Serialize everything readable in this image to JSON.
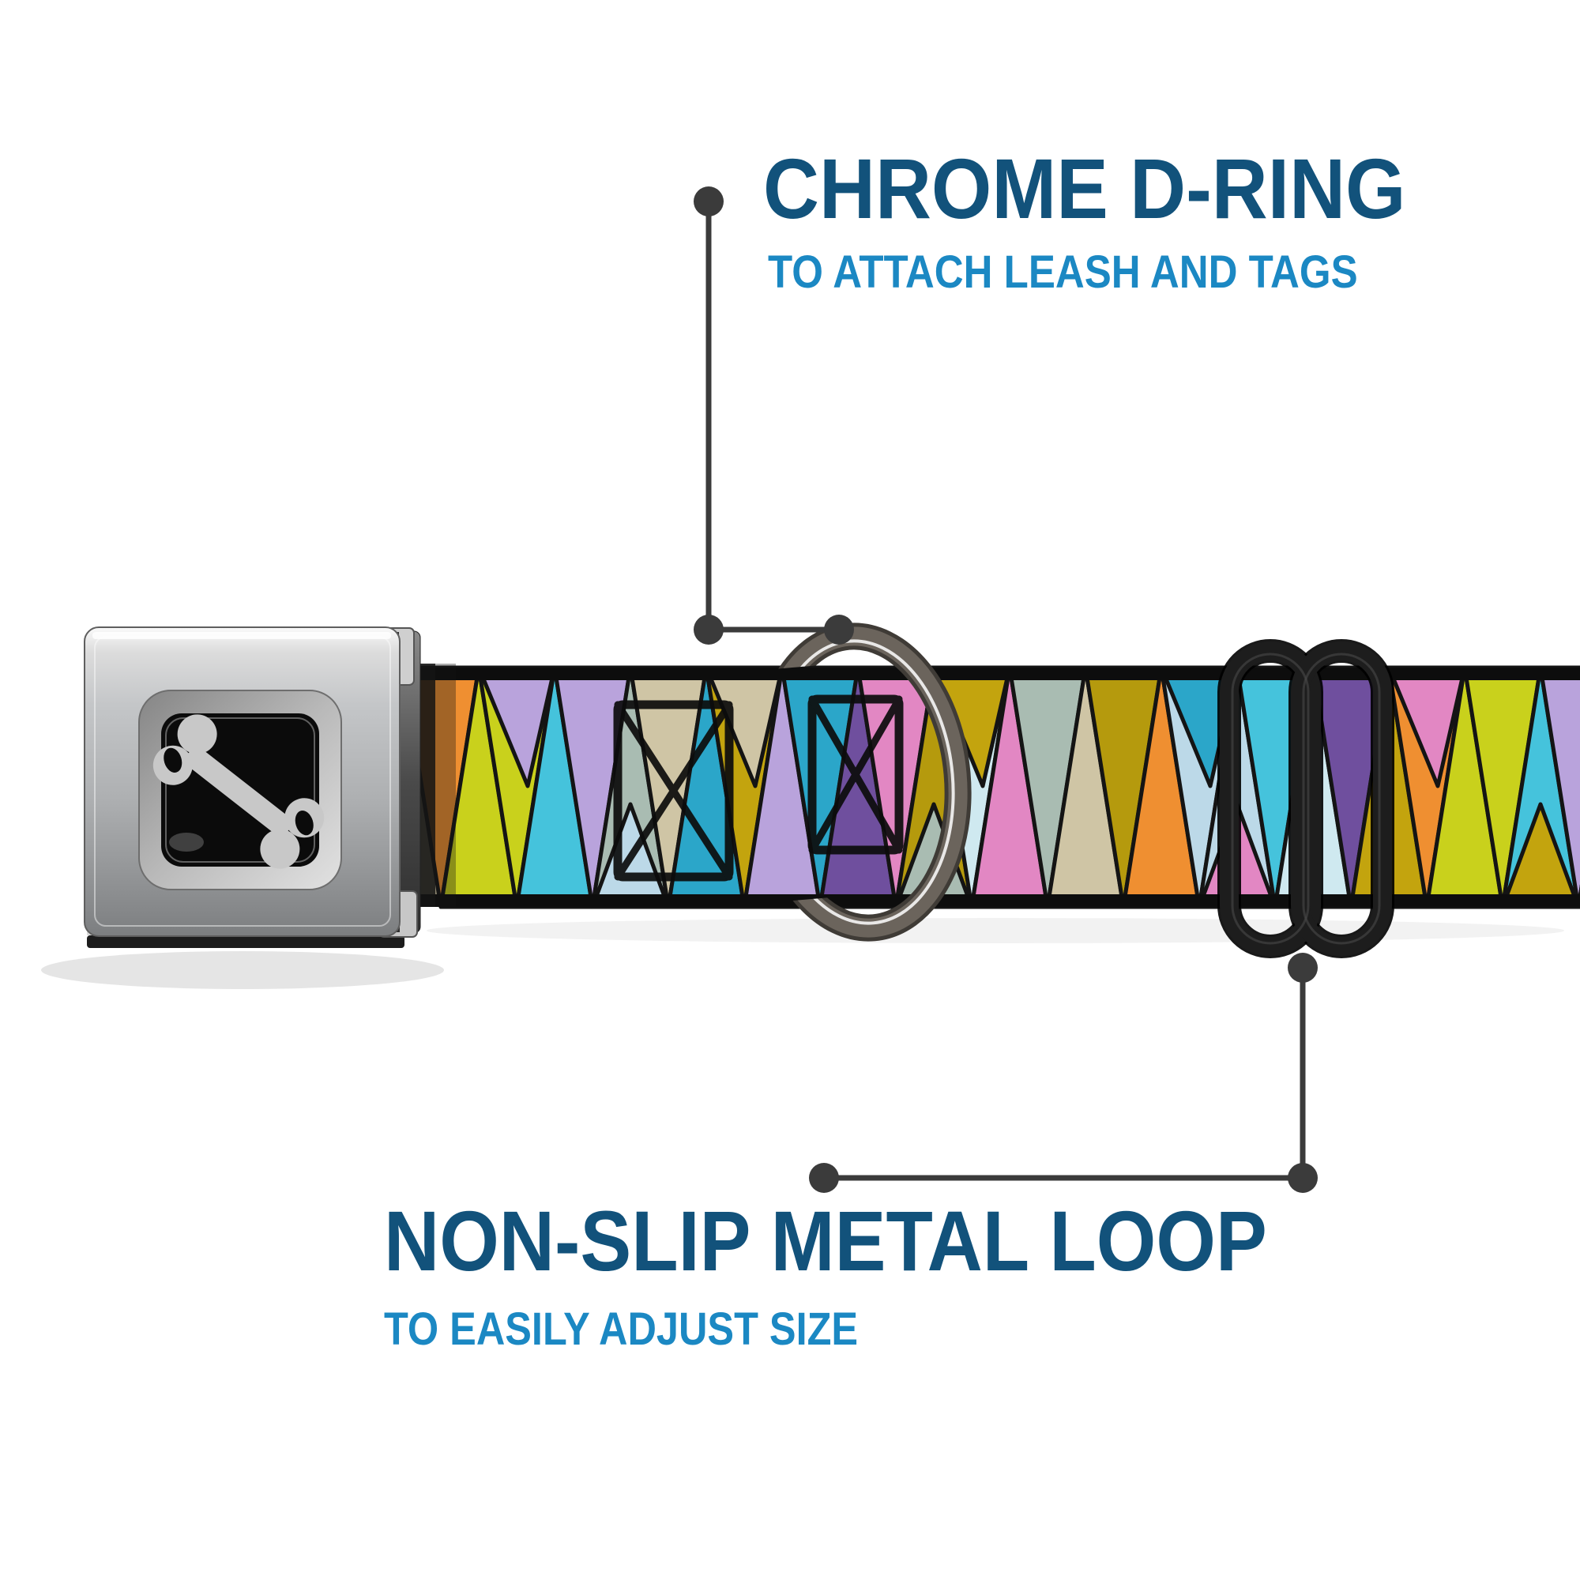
{
  "product": {
    "type": "dog-collar-seatbelt-buckle",
    "buckle_logo_icon": "bone-icon"
  },
  "callouts": {
    "top": {
      "title": "CHROME D-RING",
      "subtitle": "TO ATTACH LEASH AND TAGS",
      "points_to": "d-ring"
    },
    "bottom": {
      "title": "NON-SLIP METAL LOOP",
      "subtitle": "TO EASILY ADJUST SIZE",
      "points_to": "metal-loop-slider"
    }
  },
  "colors": {
    "title": "#12527b",
    "subtitle": "#1b88c3",
    "callout": "#3b3b3b",
    "belt_edge": "#0d0d0d",
    "buckle_silver": "#b0b2b4",
    "buckle_center": "#0b0b0b",
    "bone": "#c8c8c8",
    "ring_chrome": "#d9d2c7",
    "slider_black": "#161616",
    "pattern": [
      "#b59a0d",
      "#45c3dc",
      "#ef8f31",
      "#b9a3dc",
      "#c3a40e",
      "#e287c3",
      "#a9bcb2",
      "#bcd9e8",
      "#6f4f9e",
      "#c9d11c",
      "#cfc5a5",
      "#2ba6c9",
      "#cfe9f0"
    ]
  }
}
